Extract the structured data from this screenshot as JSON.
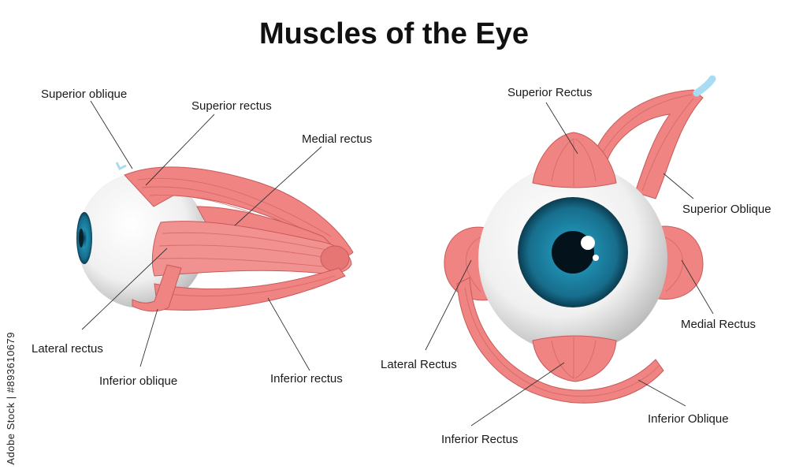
{
  "title": "Muscles of the Eye",
  "colors": {
    "muscle": "#ef8482",
    "muscle_outline": "#c85a5a",
    "tendon": "#a8dcf2",
    "iris": "#1e7fa0",
    "sclera": "#ededed"
  },
  "lateral_view": {
    "labels": {
      "superior_oblique": "Superior oblique",
      "superior_rectus": "Superior rectus",
      "medial_rectus": "Medial rectus",
      "lateral_rectus": "Lateral rectus",
      "inferior_oblique": "Inferior oblique",
      "inferior_rectus": "Inferior rectus"
    }
  },
  "frontal_view": {
    "labels": {
      "superior_rectus": "Superior Rectus",
      "superior_oblique": "Superior Oblique",
      "medial_rectus": "Medial Rectus",
      "lateral_rectus": "Lateral Rectus",
      "inferior_rectus": "Inferior Rectus",
      "inferior_oblique": "Inferior Oblique"
    }
  },
  "watermark": "Adobe Stock | #893610679"
}
